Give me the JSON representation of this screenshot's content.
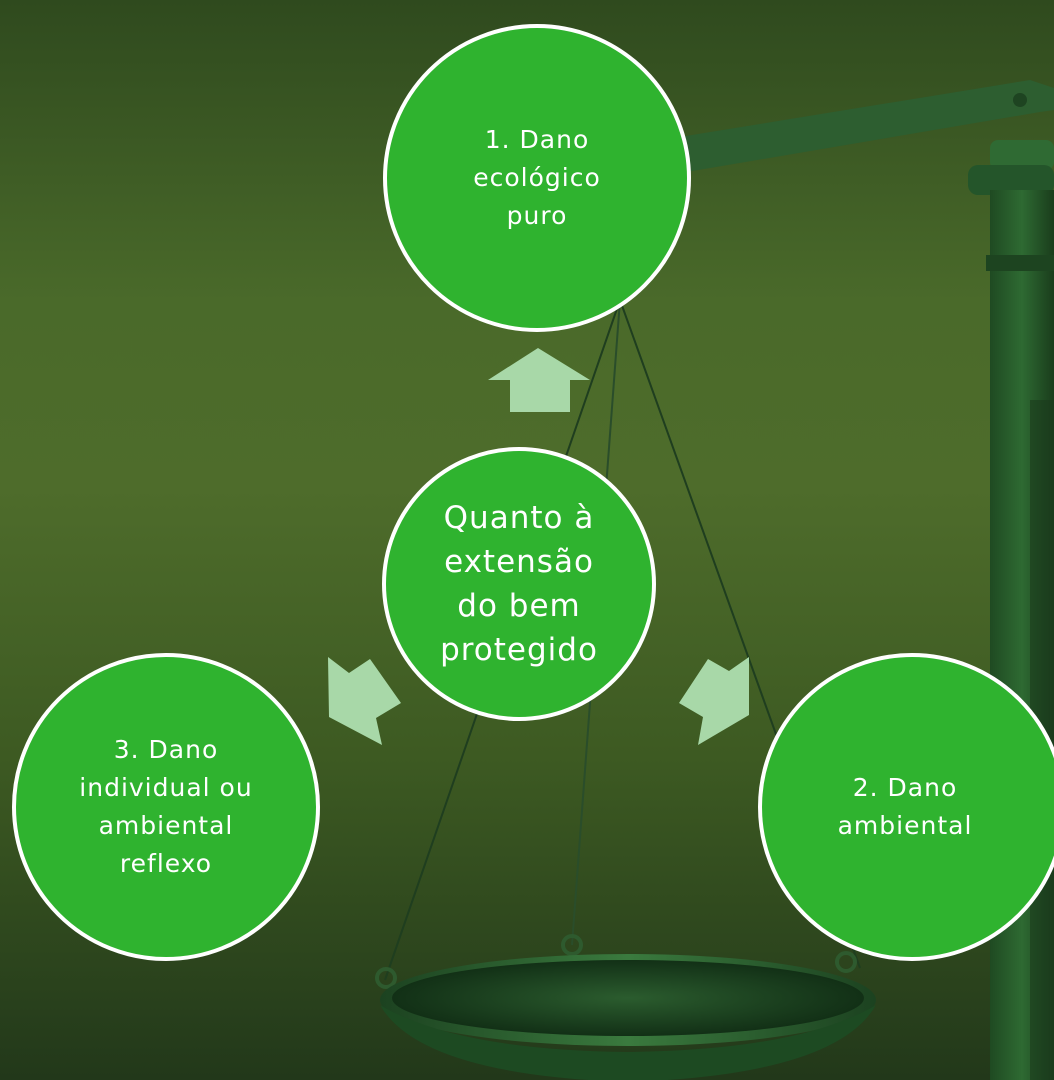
{
  "colors": {
    "node_fill": "#2fb32f",
    "node_border": "#ffffff",
    "arrow_fill": "#a8d8a8",
    "background_top": "#2f4a1e",
    "background_mid": "#4e6c2b",
    "background_bottom": "#22381a",
    "scale_color": "#2e5a2e"
  },
  "diagram": {
    "center": {
      "label": "Quanto à\nextensão\ndo bem\nprotegido"
    },
    "nodes": [
      {
        "label": "1. Dano\necológico\npuro"
      },
      {
        "label": "2. Dano\nambiental"
      },
      {
        "label": "3. Dano\nindividual ou\nambiental\nreflexo"
      }
    ]
  },
  "background": {
    "image": "balance-scale"
  }
}
